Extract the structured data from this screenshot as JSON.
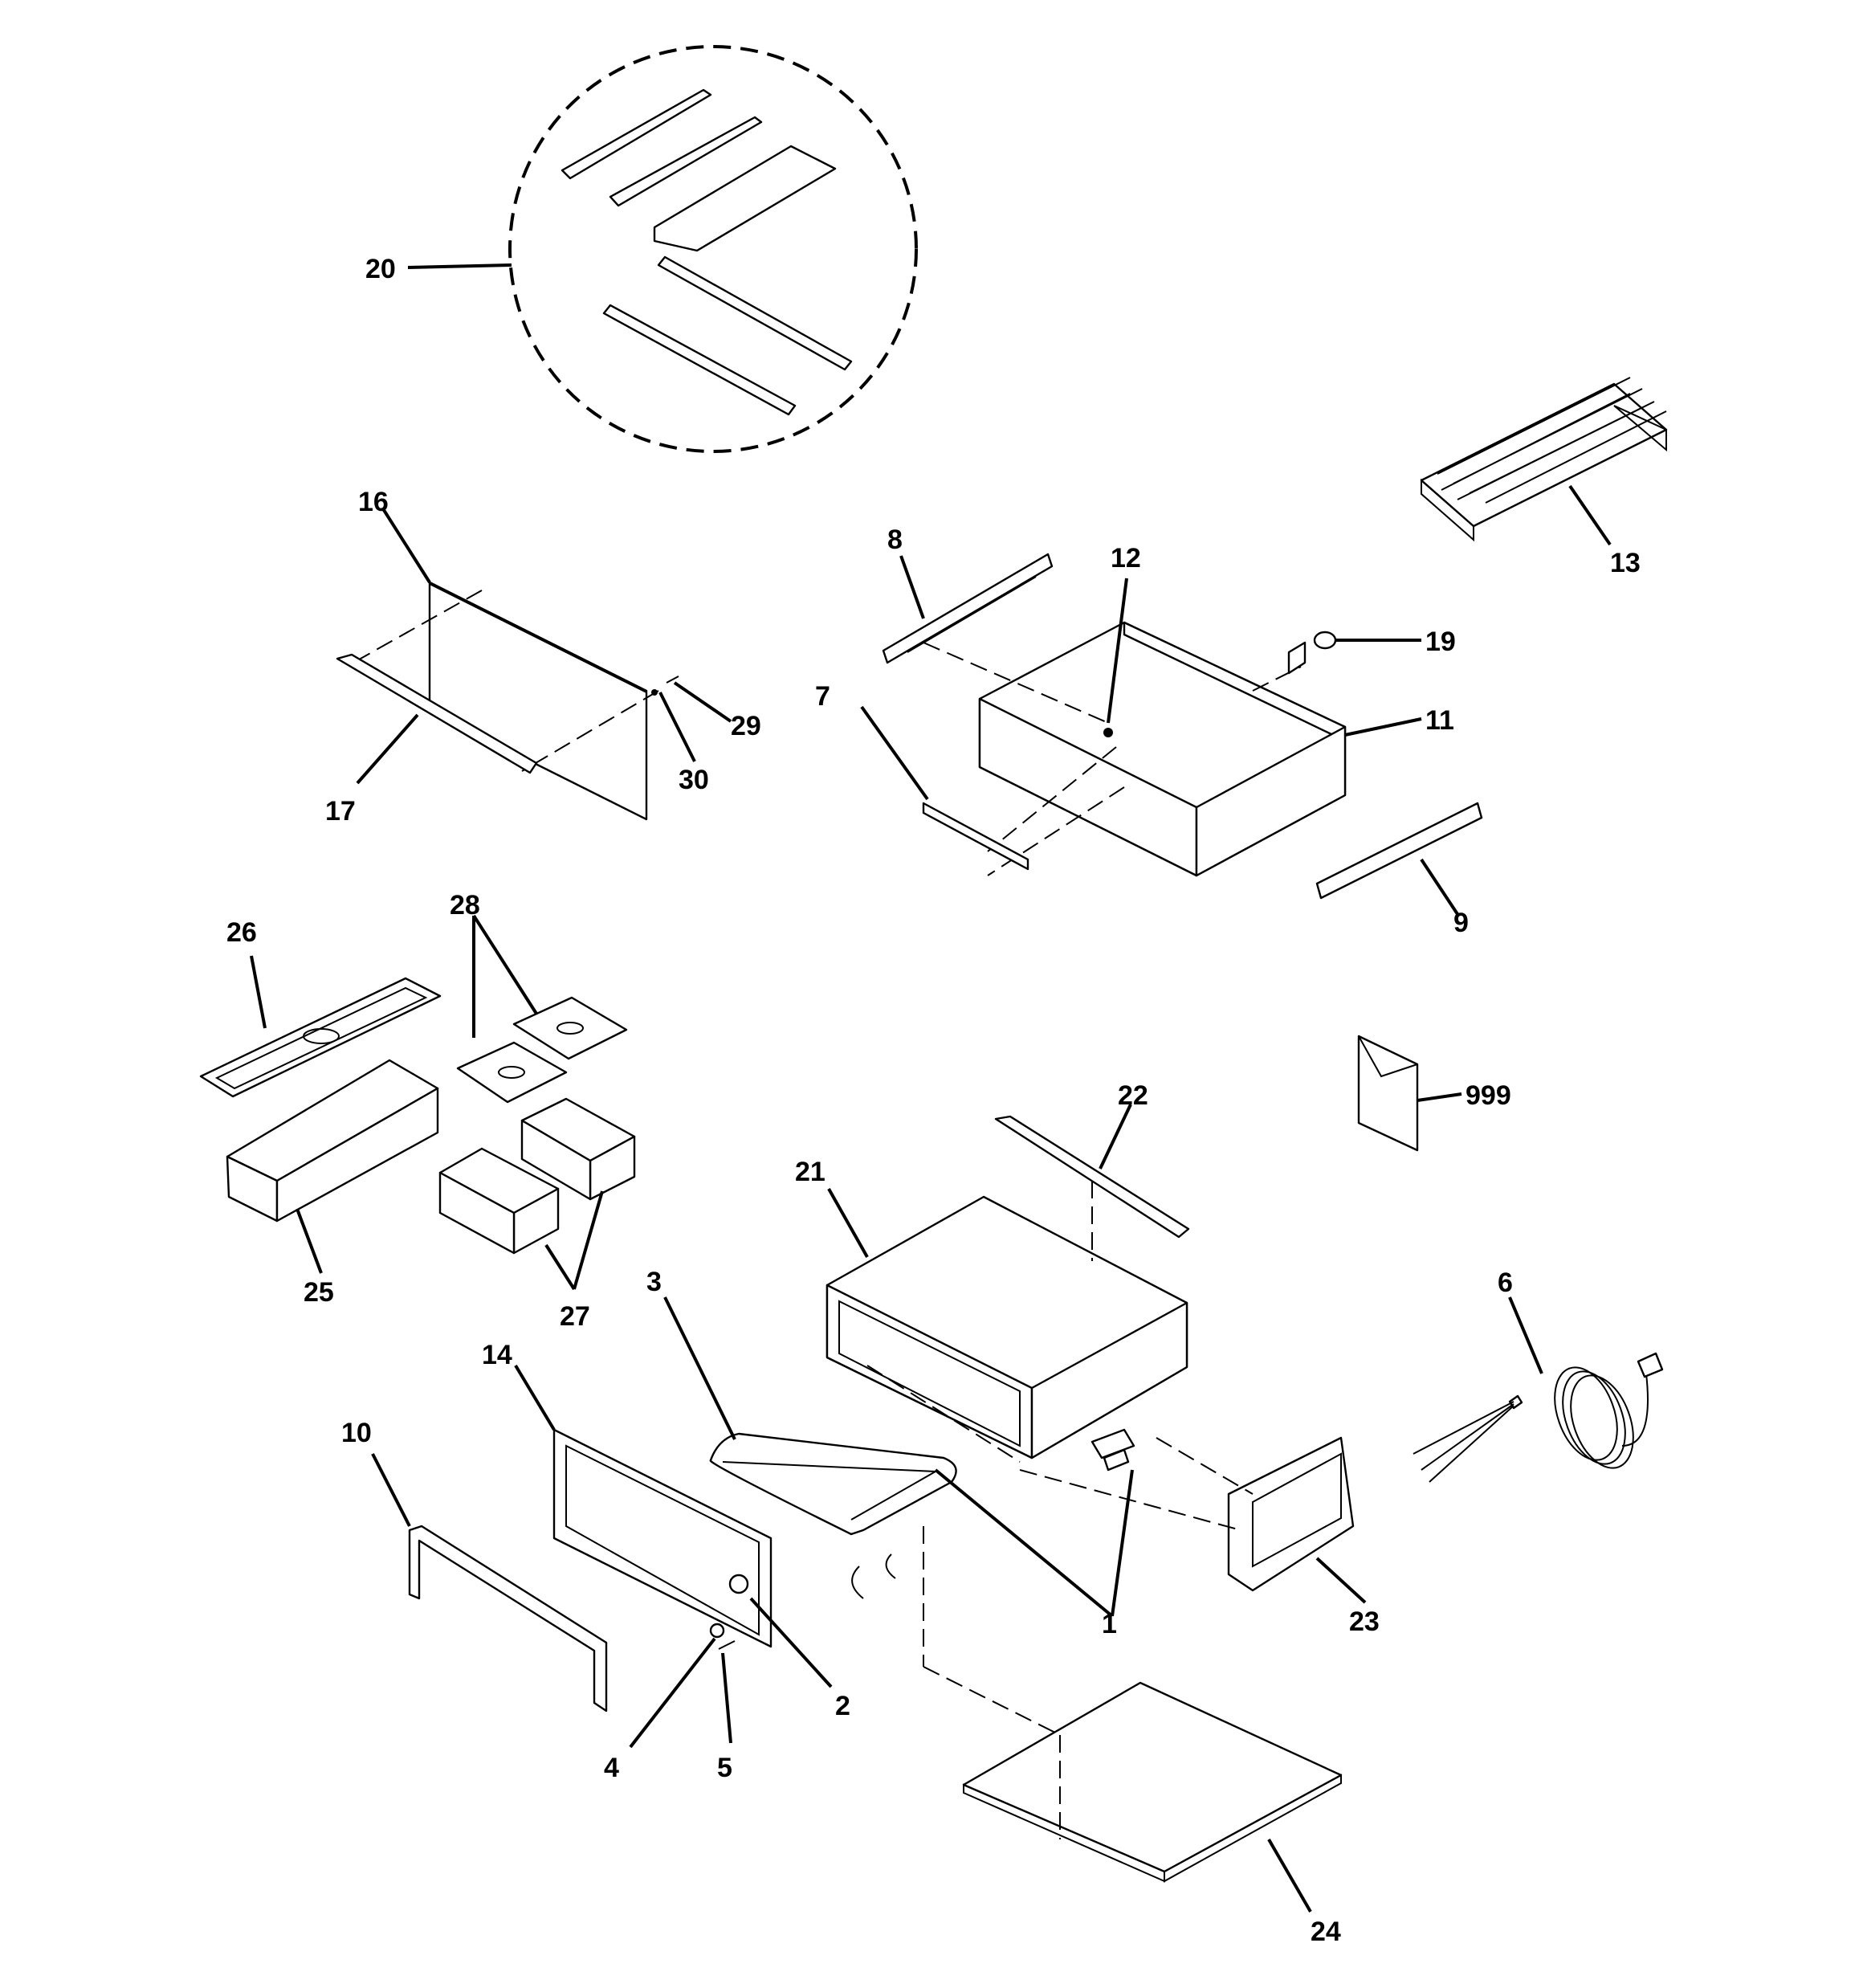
{
  "callouts": [
    {
      "key": "c20",
      "text": "20"
    },
    {
      "key": "c16",
      "text": "16"
    },
    {
      "key": "c17",
      "text": "17"
    },
    {
      "key": "c29",
      "text": "29"
    },
    {
      "key": "c30",
      "text": "30"
    },
    {
      "key": "c8",
      "text": "8"
    },
    {
      "key": "c12",
      "text": "12"
    },
    {
      "key": "c13",
      "text": "13"
    },
    {
      "key": "c19",
      "text": "19"
    },
    {
      "key": "c7",
      "text": "7"
    },
    {
      "key": "c11",
      "text": "11"
    },
    {
      "key": "c9",
      "text": "9"
    },
    {
      "key": "c26",
      "text": "26"
    },
    {
      "key": "c28",
      "text": "28"
    },
    {
      "key": "c25",
      "text": "25"
    },
    {
      "key": "c27",
      "text": "27"
    },
    {
      "key": "c999",
      "text": "999"
    },
    {
      "key": "c22",
      "text": "22"
    },
    {
      "key": "c21",
      "text": "21"
    },
    {
      "key": "c3",
      "text": "3"
    },
    {
      "key": "c14",
      "text": "14"
    },
    {
      "key": "c6",
      "text": "6"
    },
    {
      "key": "c10",
      "text": "10"
    },
    {
      "key": "c1",
      "text": "1"
    },
    {
      "key": "c23",
      "text": "23"
    },
    {
      "key": "c2",
      "text": "2"
    },
    {
      "key": "c4",
      "text": "4"
    },
    {
      "key": "c5",
      "text": "5"
    },
    {
      "key": "c24",
      "text": "24"
    }
  ]
}
